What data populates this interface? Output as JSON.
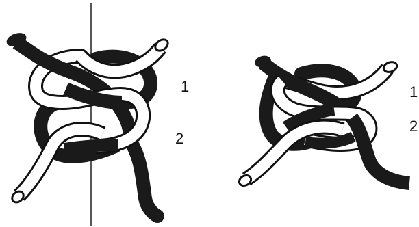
{
  "colors": {
    "dark_rope": "#1a1a1a",
    "light_rope_fill": "#ffffff",
    "outline": "#111111"
  },
  "left_knot": {
    "label_1": "1",
    "label_2": "2"
  },
  "right_knot": {
    "label_1": "1",
    "label_2": "2"
  }
}
